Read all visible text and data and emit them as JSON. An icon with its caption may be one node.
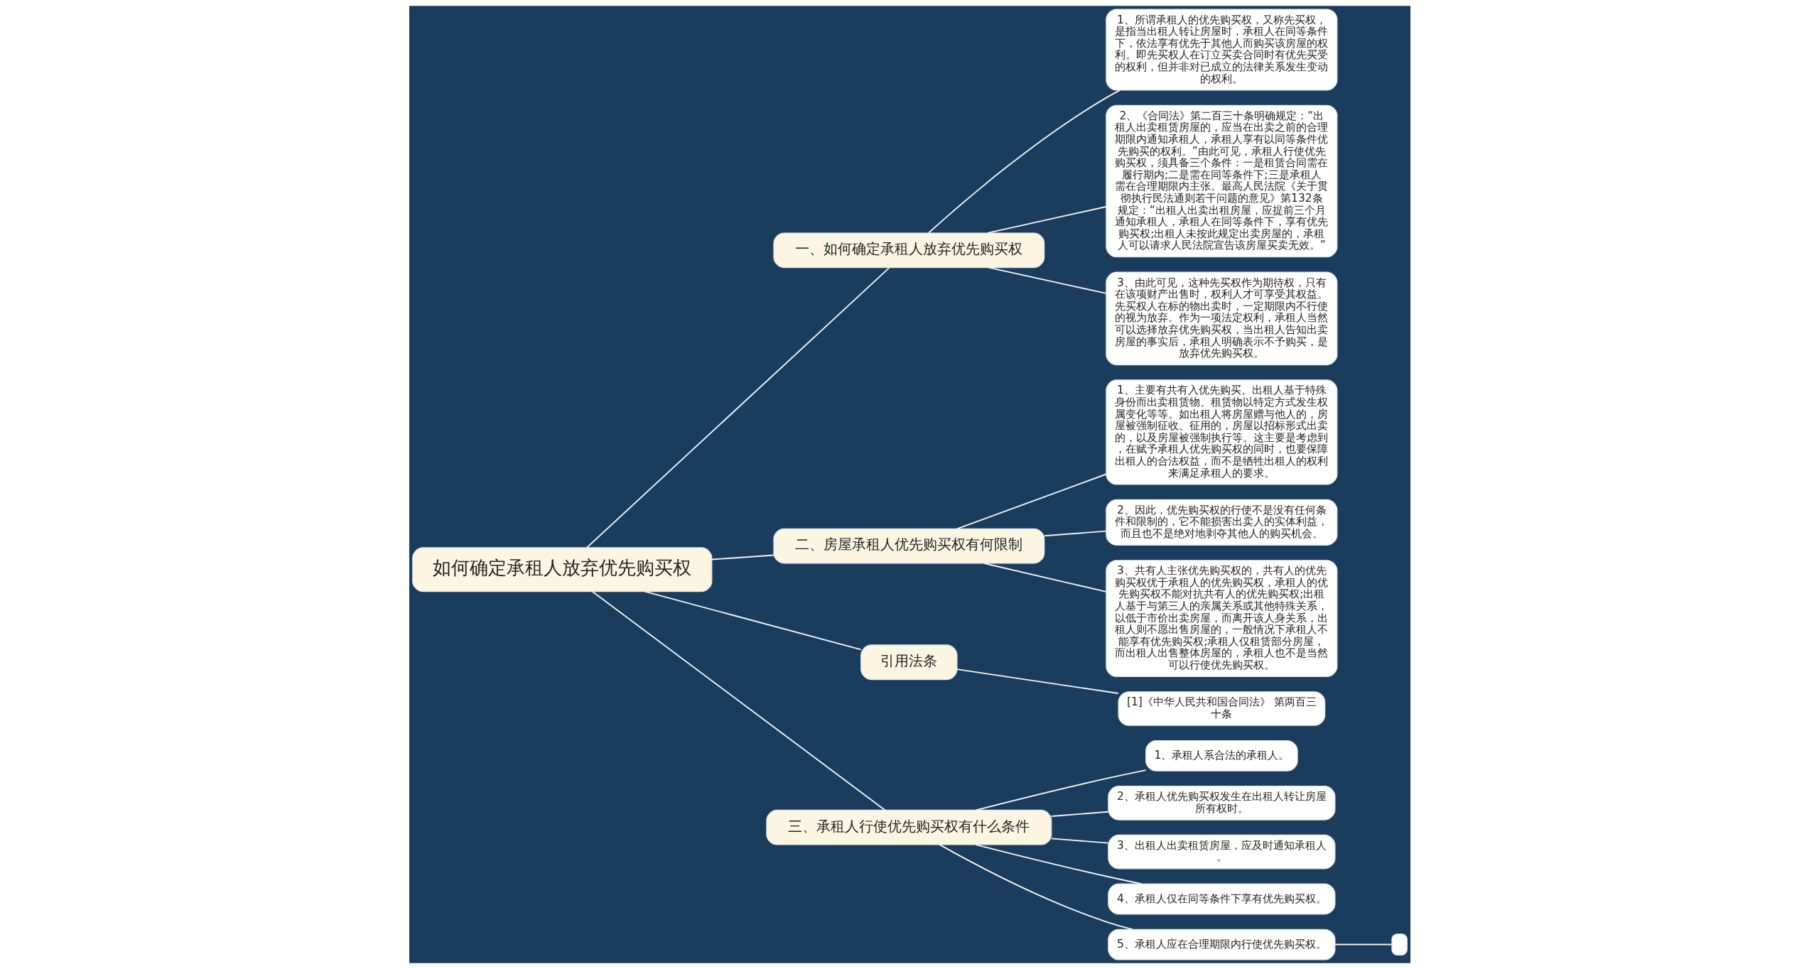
{
  "diagram": {
    "nodes": [
      {
        "text": [
          "如何确定承租人放弃优先购买权"
        ]
      },
      {
        "text": [
          "一、如何确定承租人放弃优先购买权"
        ]
      },
      {
        "text": [
          "1、所谓承租人的优先购买权，又称先买权，是指当出租人转让房屋时，承租人在同等条件下，依法享有优先于其他人而购买该房屋的权利。即先买权人在订立买卖合同时有优先买受的权利，但并非对已成立的法律关系发生变动的权利。"
        ]
      },
      {
        "text": [
          "2、《合同法》第二百三十条明确规定：“出租人出卖租赁房屋的，应当在出卖之前的合理期限内通知承租人，承租人享有以同等条件优先购买的权利。”由此可见，承租人行使优先购买权，须具备三个条件：一是租赁合同需在履行期内;二是需在同等条件下;三是承租人需在合理期限内主张。最高人民法院《关于贯彻执行民法通则若干问题的意见》第132条规定：“出租人出卖出租房屋，应提前三个月通知承租人，承租人在同等条件下，享有优先购买权;出租人未按此规定出卖房屋的，承租人可以请求人民法院宣告该房屋买卖无效。”"
        ]
      },
      {
        "text": [
          "3、由此可见，这种先买权作为期待权，只有在该项财产出售时，权利人才可享受其权益。先买权人在标的物出卖时，一定期限内不行使的视为放弃。作为一项法定权利，承租人当然可以选择放弃优先购买权，当出租人告知出卖房屋的事实后，承租人明确表示不予购买，是放弃优先购买权。"
        ]
      },
      {
        "text": [
          "二、房屋承租人优先购买权有何限制"
        ]
      },
      {
        "text": [
          "1、主要有共有入优先购买、出租人基于特殊身份而出卖租赁物、租赁物以特定方式发生权属变化等等。如出租人将房屋赠与他人的，房屋被强制征收、征用的，房屋以招标形式出卖的，以及房屋被强制执行等。这主要是考虑到，在赋予承租人优先购买权的同时，也要保障出租人的合法权益，而不是牺牲出租人的权利来满足承租人的要求。"
        ]
      },
      {
        "text": [
          "2、因此，优先购买权的行使不是没有任何条件和限制的，它不能损害出卖人的实体利益，而且也不是绝对地剥夺其他人的购买机会。"
        ]
      },
      {
        "text": [
          "3、共有人主张优先购买权的，共有人的优先购买权优于承租人的优先购买权，承租人的优先购买权不能对抗共有人的优先购买权;出租人基于与第三人的亲属关系或其他特殊关系，以低于市价出卖房屋，而离开该人身关系，出租人则不愿出售房屋的，一般情况下承租人不能享有优先购买权;承租人仅租赁部分房屋，而出租人出售整体房屋的，承租人也不是当然可以行使优先购买权。"
        ]
      },
      {
        "text": [
          "引用法条"
        ]
      },
      {
        "text": [
          "[1]《中华人民共和国合同法》 第两百三十条"
        ]
      },
      {
        "text": [
          "三、承租人行使优先购买权有什么条件"
        ]
      },
      {
        "text": [
          "1、承租人系合法的承租人。"
        ]
      },
      {
        "text": [
          "2、承租人优先购买权发生在出租人转让房屋所有权时。"
        ]
      },
      {
        "text": [
          "3、出租人出卖租赁房屋，应及时通知承租人。"
        ]
      },
      {
        "text": [
          "4、承租人仅在同等条件下享有优先购买权。"
        ]
      },
      {
        "text": [
          "5、承租人应在合理期限内行使优先购买权。"
        ]
      },
      {
        "text": [],
        "shape": "box"
      }
    ],
    "edges": [
      {
        "from": 0,
        "to": 1,
        "arrow": "none"
      },
      {
        "from": 1,
        "to": 2,
        "arrow": "none"
      },
      {
        "from": 1,
        "to": 3,
        "arrow": "none"
      },
      {
        "from": 1,
        "to": 4,
        "arrow": "none"
      },
      {
        "from": 0,
        "to": 5,
        "arrow": "none"
      },
      {
        "from": 5,
        "to": 6,
        "arrow": "none"
      },
      {
        "from": 5,
        "to": 7,
        "arrow": "none"
      },
      {
        "from": 5,
        "to": 8,
        "arrow": "none"
      },
      {
        "from": 0,
        "to": 9,
        "arrow": "none"
      },
      {
        "from": 9,
        "to": 10,
        "arrow": "none"
      },
      {
        "from": 0,
        "to": 11,
        "arrow": "none"
      },
      {
        "from": 11,
        "to": 12,
        "arrow": "none"
      },
      {
        "from": 11,
        "to": 13,
        "arrow": "none"
      },
      {
        "from": 11,
        "to": 14,
        "arrow": "none"
      },
      {
        "from": 11,
        "to": 15,
        "arrow": "none"
      },
      {
        "from": 11,
        "to": 16,
        "arrow": "none"
      },
      {
        "from": 16,
        "to": 17,
        "arrow": "none"
      }
    ]
  }
}
